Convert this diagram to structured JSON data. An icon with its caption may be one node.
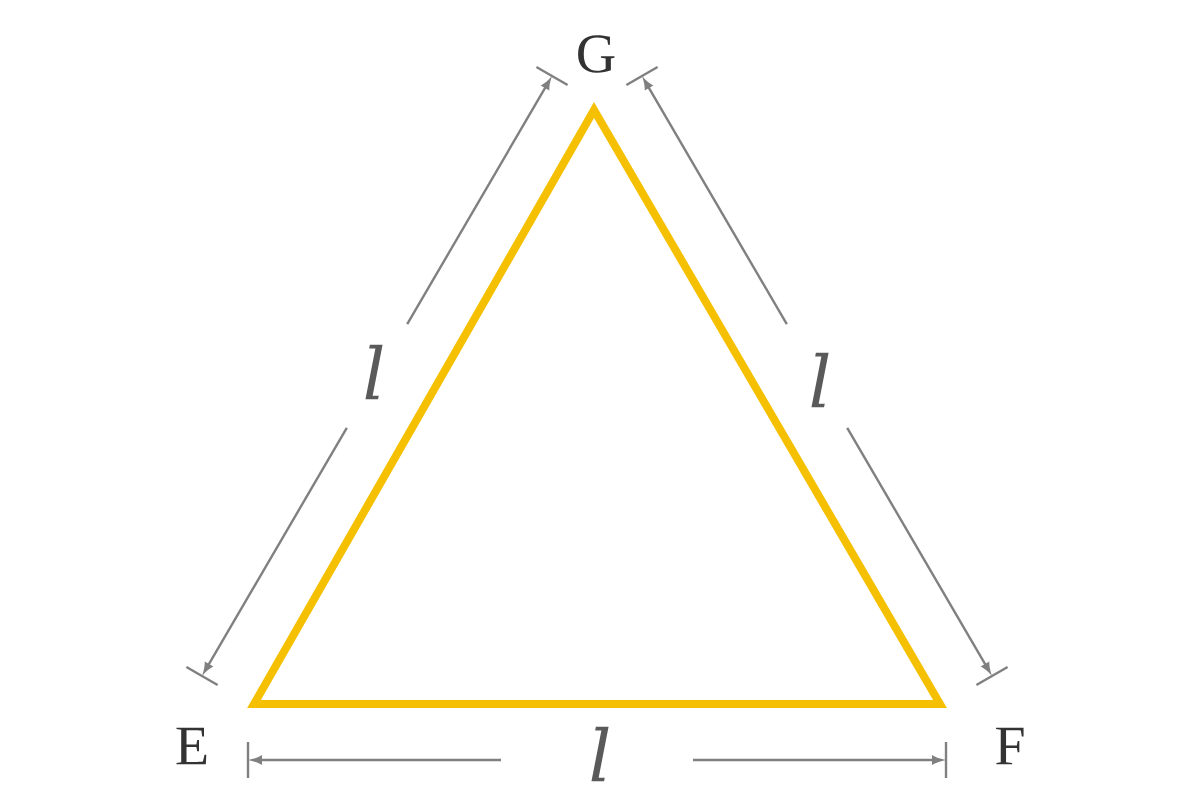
{
  "diagram": {
    "labels": [
      "G",
      "l",
      "l",
      "E",
      "l",
      "F"
    ]
  }
}
